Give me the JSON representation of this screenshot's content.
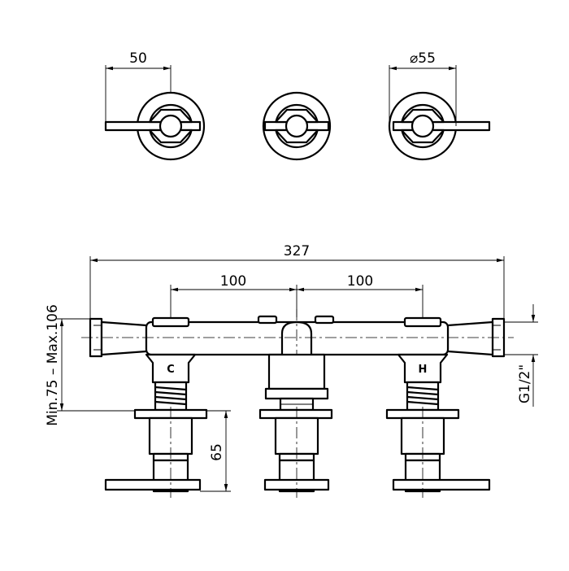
{
  "drawing": {
    "dimensions": {
      "lever_length": "50",
      "rosette_diameter": "⌀55",
      "overall_width": "327",
      "centre_left": "100",
      "centre_right": "100",
      "height_range": "Min.75 – Max.106",
      "handle_height": "65",
      "thread": "G1/2\""
    },
    "markings": {
      "cold": "C",
      "hot": "H"
    }
  }
}
